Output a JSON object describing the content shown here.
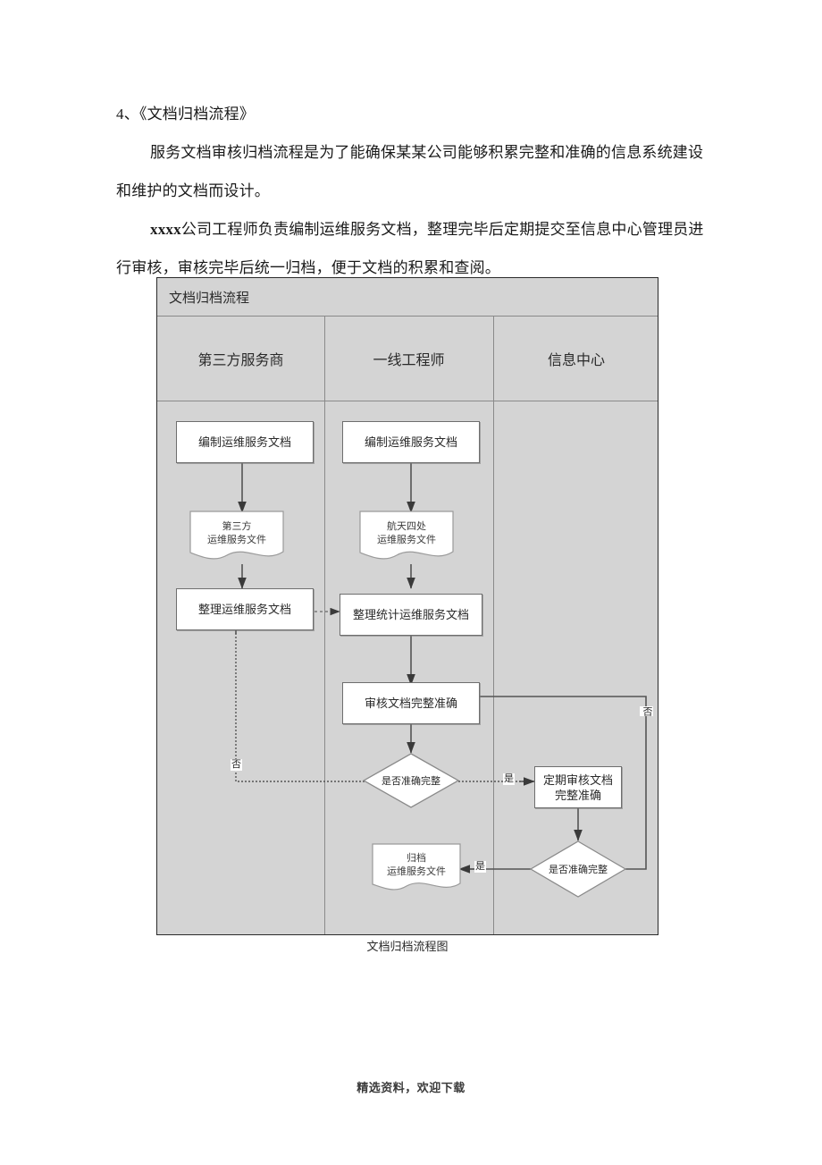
{
  "document": {
    "heading": "4、《文档归档流程》",
    "paragraphs": [
      "服务文档审核归档流程是为了能确保某某公司能够积累完整和准确的信息系统建设和维护的文档而设计。",
      "xxxx公司工程师负责编制运维服务文档，整理完毕后定期提交至信息中心管理员进行审核，审核完毕后统一归档，便于文档的积累和查阅。"
    ],
    "para2_bold_prefix": "xxxx",
    "para2_rest": "公司工程师负责编制运维服务文档，整理完毕后定期提交至信息中心管理员进行审核，审核完毕后统一归档，便于文档的积累和查阅。",
    "footer": "精选资料，欢迎下载"
  },
  "flowchart": {
    "title": "文档归档流程",
    "caption": "文档归档流程图",
    "lanes": [
      {
        "label": "第三方服务商"
      },
      {
        "label": "一线工程师"
      },
      {
        "label": "信息中心"
      }
    ],
    "nodes": [
      {
        "id": "n1",
        "type": "process",
        "label": "编制运维服务文档",
        "lane": 0
      },
      {
        "id": "n2",
        "type": "process",
        "label": "编制运维服务文档",
        "lane": 1
      },
      {
        "id": "n3",
        "type": "document",
        "line1": "第三方",
        "line2": "运维服务文件",
        "lane": 0
      },
      {
        "id": "n4",
        "type": "document",
        "line1": "航天四处",
        "line2": "运维服务文件",
        "lane": 1
      },
      {
        "id": "n5",
        "type": "process",
        "label": "整理运维服务文档",
        "lane": 0
      },
      {
        "id": "n6",
        "type": "process",
        "label": "整理统计运维服务文档",
        "lane": 1
      },
      {
        "id": "n7",
        "type": "process",
        "label": "审核文档完整准确",
        "lane": 1
      },
      {
        "id": "n8",
        "type": "decision",
        "label": "是否准确完整",
        "lane": 1
      },
      {
        "id": "n9",
        "type": "process",
        "line1": "定期审核文档",
        "line2": "完整准确",
        "lane": 2
      },
      {
        "id": "n10",
        "type": "decision",
        "label": "是否准确完整",
        "lane": 2
      },
      {
        "id": "n11",
        "type": "document",
        "line1": "归档",
        "line2": "运维服务文件",
        "lane": 1
      }
    ],
    "edge_labels": {
      "no_left": "否",
      "yes_to_review": "是",
      "no_right": "否",
      "yes_to_archive": "是"
    }
  },
  "colors": {
    "lane_background": "#d4d4d4",
    "frame_border": "#2b2b2b",
    "divider": "#8a8a8a",
    "node_fill": "#ffffff",
    "node_border": "#6e6e6e",
    "connector": "#555555"
  }
}
